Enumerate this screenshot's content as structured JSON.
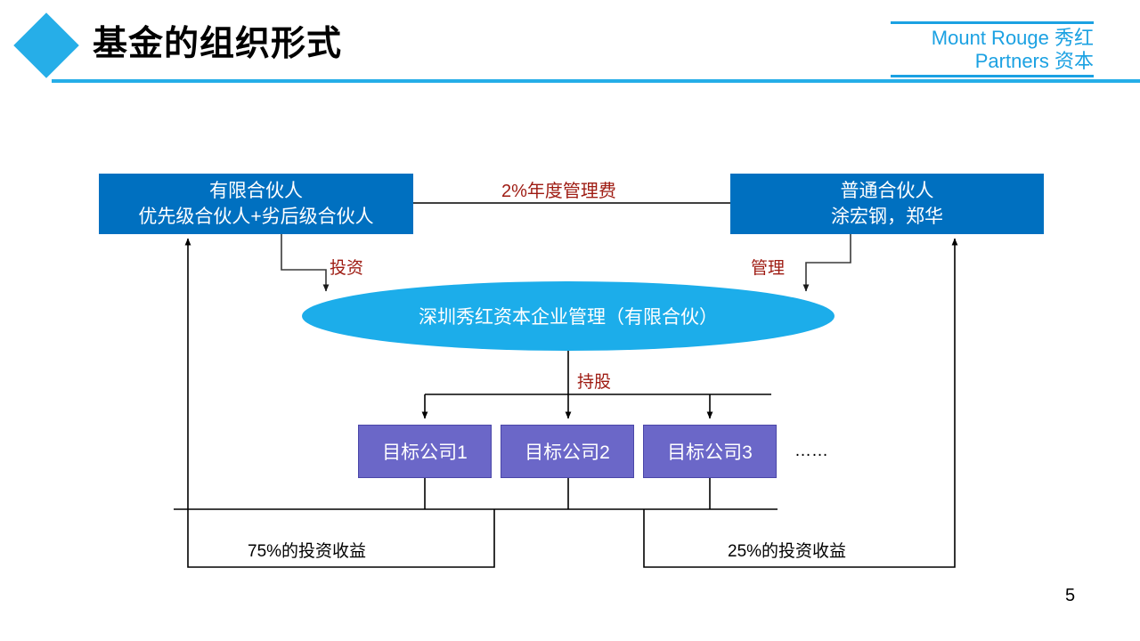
{
  "header": {
    "title": "基金的组织形式",
    "diamond_icon": "diamond-icon",
    "accent_color": "#26AEE8"
  },
  "logo": {
    "line1": "Mount Rouge 秀红",
    "line2": "Partners 资本",
    "color": "#1BA1E2"
  },
  "diagram": {
    "limited_partner": {
      "line1": "有限合伙人",
      "line2": "优先级合伙人+劣后级合伙人",
      "color": "#0070C0"
    },
    "general_partner": {
      "line1": "普通合伙人",
      "line2": "涂宏钢，郑华",
      "color": "#0070C0"
    },
    "fund_entity": {
      "label": "深圳秀红资本企业管理（有限合伙）",
      "color": "#1CADEA"
    },
    "targets": [
      {
        "label": "目标公司1"
      },
      {
        "label": "目标公司2"
      },
      {
        "label": "目标公司3"
      }
    ],
    "targets_more": "……",
    "edge_labels": {
      "management_fee": "2%年度管理费",
      "invest": "投资",
      "manage": "管理",
      "hold_shares": "持股",
      "return_left": "75%的投资收益",
      "return_right": "25%的投资收益"
    },
    "label_color_red": "#9E1B12",
    "label_color_black": "#000000"
  },
  "footer": {
    "page_number": "5"
  }
}
